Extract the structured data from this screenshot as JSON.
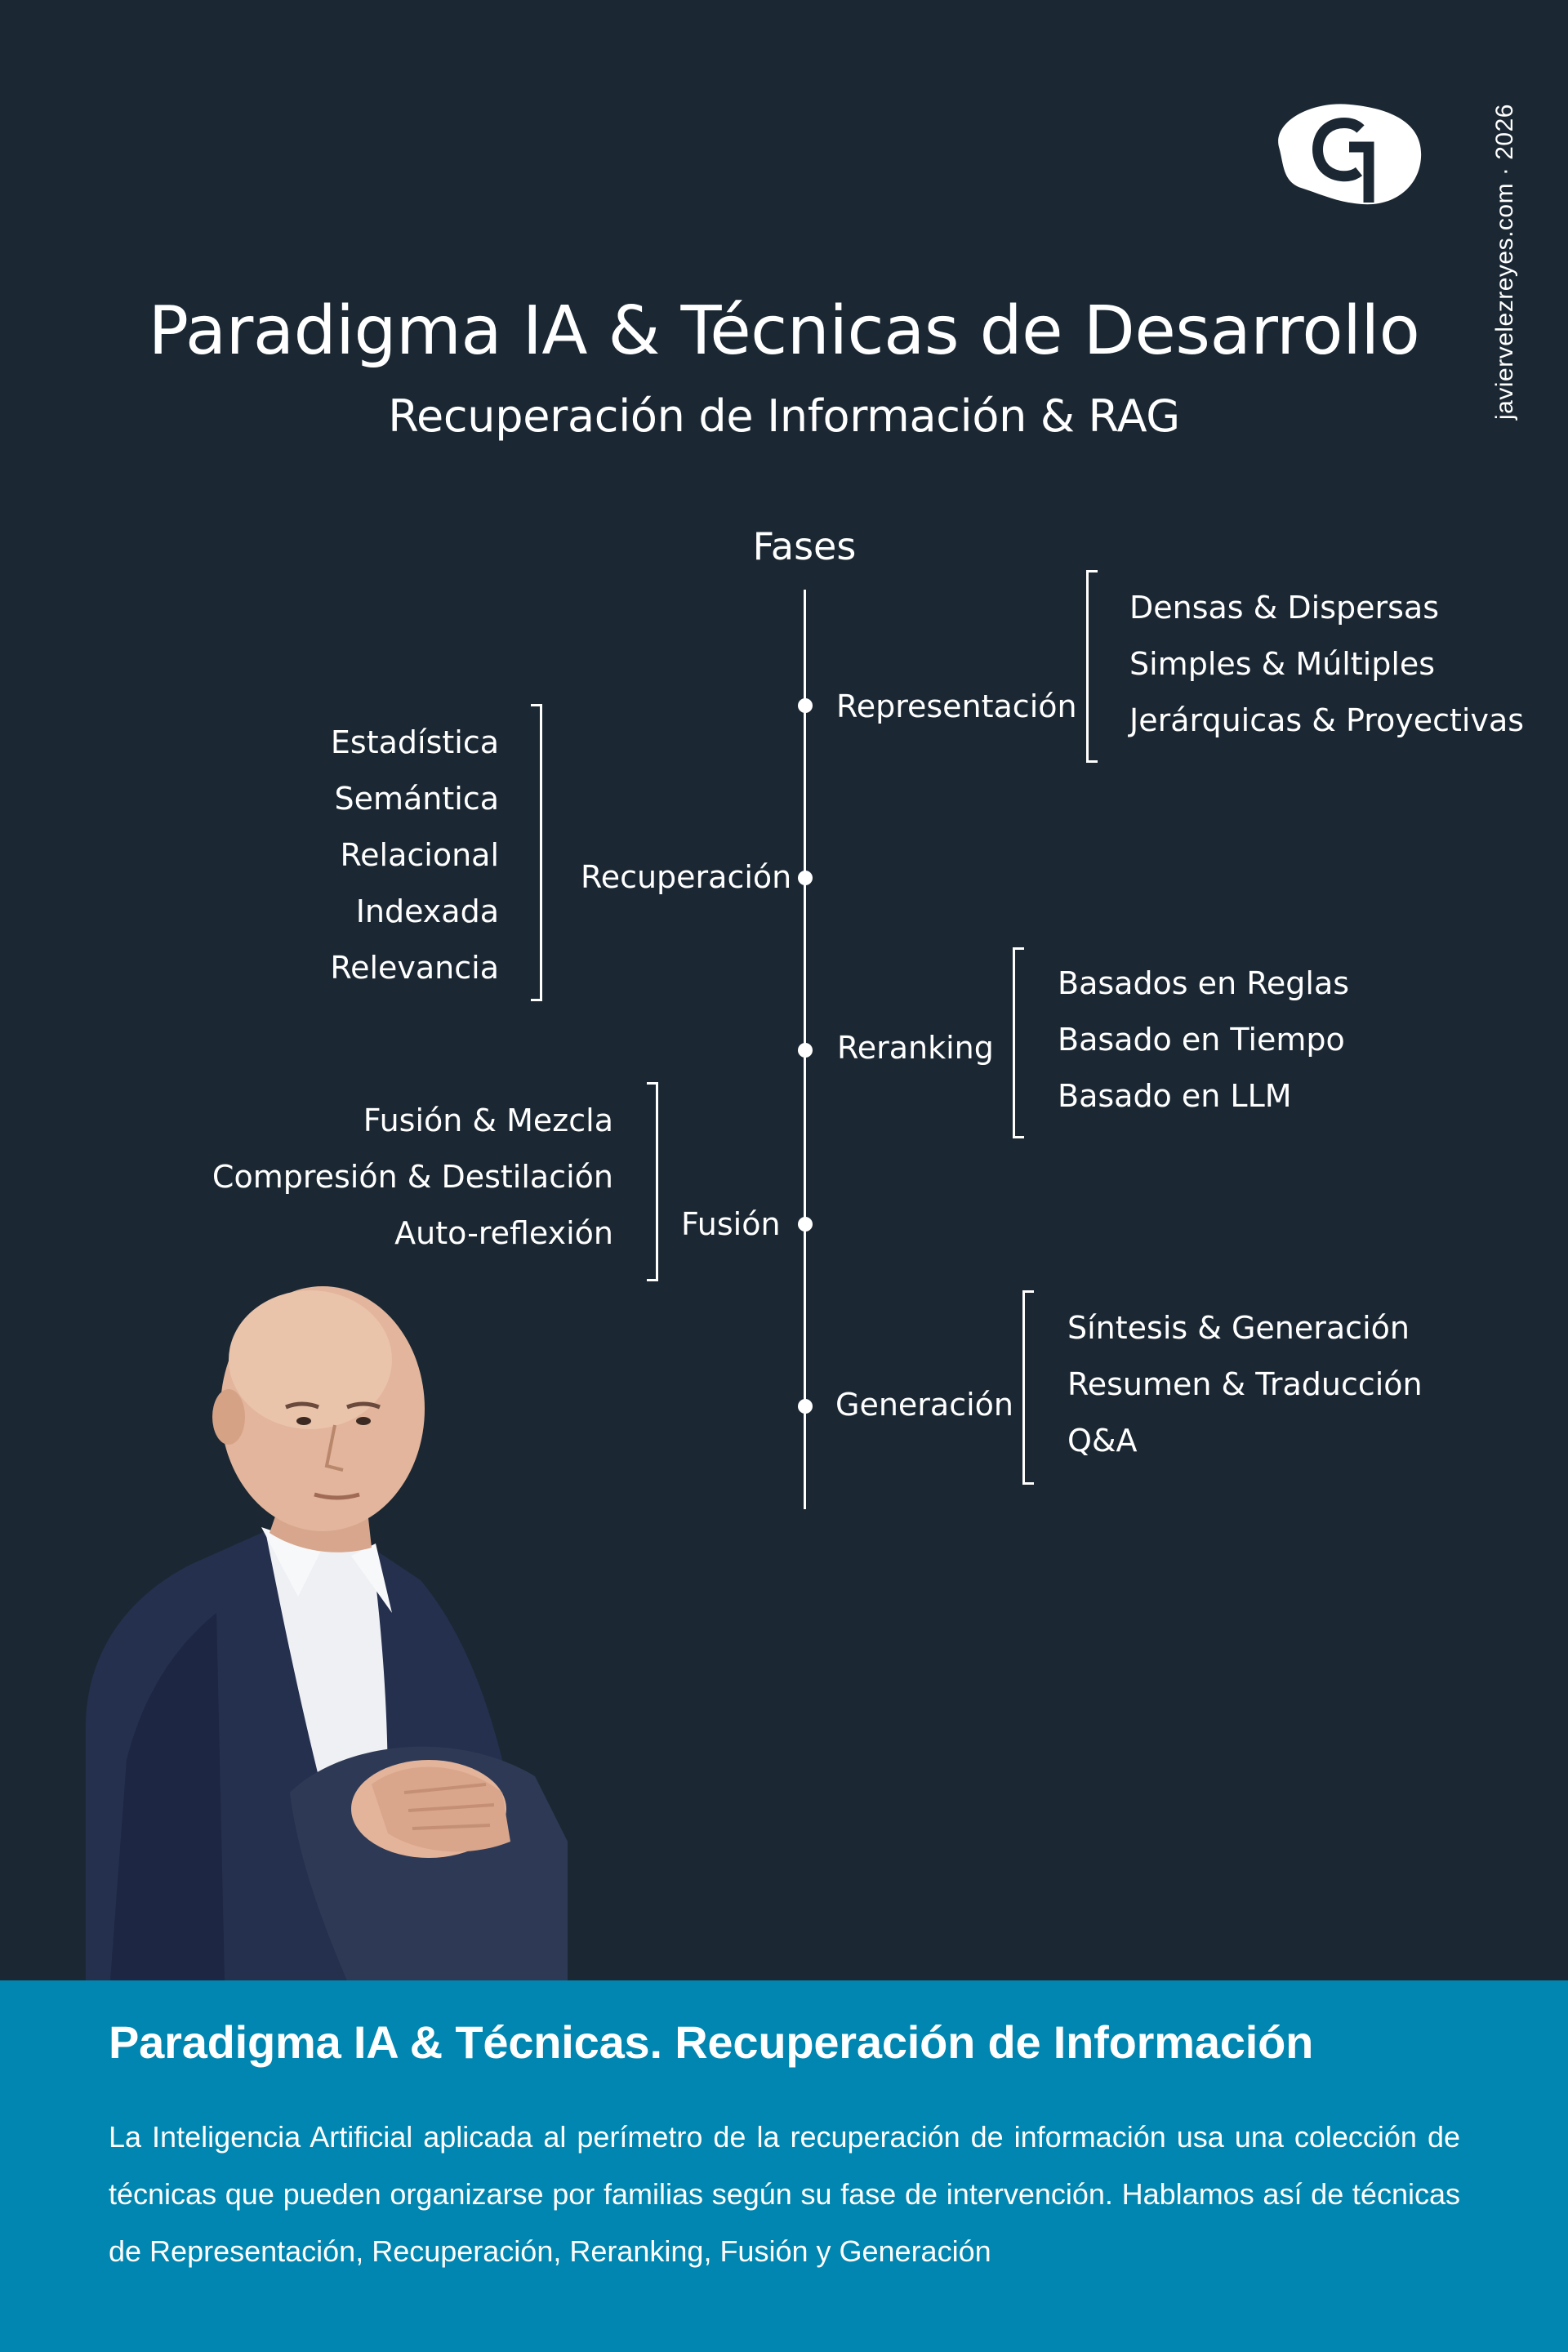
{
  "site": "javiervelezreyes.com · 2026",
  "title": "Paradigma IA & Técnicas de Desarrollo",
  "subtitle": "Recuperación de Información & RAG",
  "diagram": {
    "root": "Fases",
    "phases": [
      {
        "label": "Representación",
        "techniques": [
          "Densas & Dispersas",
          "Simples & Múltiples",
          "Jerárquicas & Proyectivas"
        ]
      },
      {
        "label": "Recuperación",
        "techniques": [
          "Estadística",
          "Semántica",
          "Relacional",
          "Indexada",
          "Relevancia"
        ]
      },
      {
        "label": "Reranking",
        "techniques": [
          "Basados en Reglas",
          "Basado en Tiempo",
          "Basado en LLM"
        ]
      },
      {
        "label": "Fusión",
        "techniques": [
          "Fusión & Mezcla",
          "Compresión & Destilación",
          "Auto-reflexión"
        ]
      },
      {
        "label": "Generación",
        "techniques": [
          "Síntesis & Generación",
          "Resumen & Traducción",
          "Q&A"
        ]
      }
    ]
  },
  "footer": {
    "title": "Paradigma IA & Técnicas. Recuperación de Información",
    "text": "La Inteligencia Artificial aplicada al perímetro de la recuperación de información usa una colección de técnicas que pueden organizarse por familias según su fase de intervención. Hablamos así de técnicas de Representación, Recuperación, Reranking, Fusión y Generación"
  },
  "colors": {
    "background": "#1b2833",
    "band": "#0086b0",
    "text": "#ffffff"
  }
}
